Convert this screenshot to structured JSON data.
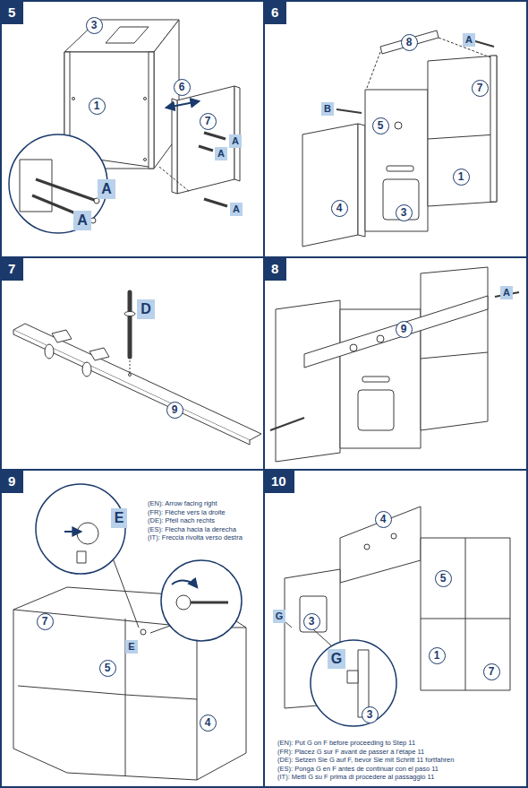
{
  "diagram": {
    "nodes": [
      {
        "text": [
          "5"
        ]
      },
      {
        "text": [
          "3"
        ],
        "in": 0
      },
      {
        "text": [
          "1"
        ],
        "in": 0
      },
      {
        "text": [
          "6"
        ],
        "in": 0
      },
      {
        "text": [
          "7"
        ],
        "in": 0
      },
      {
        "text": [
          "A"
        ],
        "in": 0
      },
      {
        "text": [
          "A"
        ],
        "in": 0
      },
      {
        "text": [
          "A"
        ],
        "in": 0
      },
      {
        "text": [
          "A"
        ],
        "in": 0
      },
      {
        "text": [
          "A"
        ],
        "in": 0
      },
      {
        "text": [
          "6"
        ]
      },
      {
        "text": [
          "8"
        ],
        "in": 10
      },
      {
        "text": [
          "A"
        ],
        "in": 10
      },
      {
        "text": [
          "B"
        ],
        "in": 10
      },
      {
        "text": [
          "5"
        ],
        "in": 10
      },
      {
        "text": [
          "7"
        ],
        "in": 10
      },
      {
        "text": [
          "4"
        ],
        "in": 10
      },
      {
        "text": [
          "3"
        ],
        "in": 10
      },
      {
        "text": [
          "1"
        ],
        "in": 10
      },
      {
        "text": [
          "7"
        ]
      },
      {
        "text": [
          "D"
        ],
        "in": 19
      },
      {
        "text": [
          "9"
        ],
        "in": 19
      },
      {
        "text": [
          "8"
        ]
      },
      {
        "text": [
          "9"
        ],
        "in": 22
      },
      {
        "text": [
          "A"
        ],
        "in": 22
      },
      {
        "text": [
          "9"
        ]
      },
      {
        "text": [
          "E"
        ],
        "in": 25
      },
      {
        "text": [
          "7"
        ],
        "in": 25
      },
      {
        "text": [
          "5"
        ],
        "in": 25
      },
      {
        "text": [
          "E"
        ],
        "in": 25
      },
      {
        "text": [
          "4"
        ],
        "in": 25
      },
      {
        "text": [
          "10"
        ]
      },
      {
        "text": [
          "4"
        ],
        "in": 31
      },
      {
        "text": [
          "5"
        ],
        "in": 31
      },
      {
        "text": [
          "G"
        ],
        "in": 31
      },
      {
        "text": [
          "3"
        ],
        "in": 31
      },
      {
        "text": [
          "1"
        ],
        "in": 31
      },
      {
        "text": [
          "7"
        ],
        "in": 31
      },
      {
        "text": [
          "G"
        ],
        "in": 31
      },
      {
        "text": [
          "3"
        ],
        "in": 31
      }
    ],
    "labels": [
      "(EN): Arrow facing right",
      "(FR): Flèche vers la droite",
      "(DE): Pfeil nach rechts",
      "(ES): Flecha hacia la derecha",
      "(IT): Freccia rivolta verso destra",
      "(EN): Put G on F before proceeding to Step 11",
      "(FR): Placez G sur F avant de passer à l'étape 11",
      "(DE): Setzen Sie G auf F, bevor Sie mit Schritt 11 fortfahren",
      "(ES): Ponga G en F antes de continuar con el paso 11",
      "(IT): Metti G su F prima di procedere al passaggio 11"
    ]
  }
}
